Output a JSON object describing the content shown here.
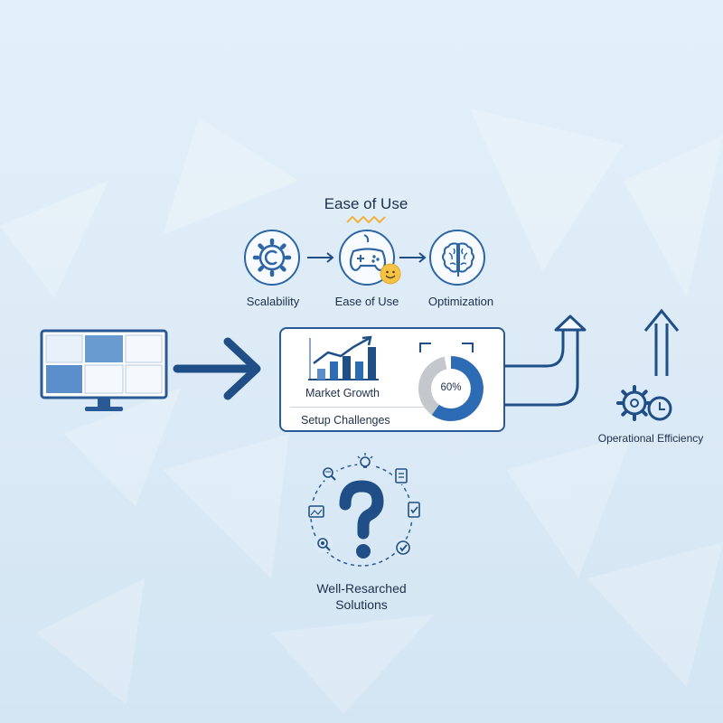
{
  "title": "Ease of Use",
  "steps": [
    {
      "label": "Scalability",
      "icon": "gear-c-icon"
    },
    {
      "label": "Ease of Use",
      "icon": "gamepad-smiley-icon"
    },
    {
      "label": "Optimization",
      "icon": "brain-icon"
    }
  ],
  "panel": {
    "chart_caption": "Market Growth",
    "footer": "Setup Challenges",
    "donut_value": "60%"
  },
  "outcome": {
    "label": "Operational Efficiency",
    "icon": "gear-clock-icon"
  },
  "research": {
    "line1": "Well-Resarched",
    "line2": "Solutions",
    "icon": "question-mark-icon"
  },
  "colors": {
    "background": "#dbeaf6",
    "primary": "#1f4f86",
    "accent_blue": "#2d6cb4",
    "grey": "#b9bdc3",
    "highlight": "#f4b13c"
  }
}
